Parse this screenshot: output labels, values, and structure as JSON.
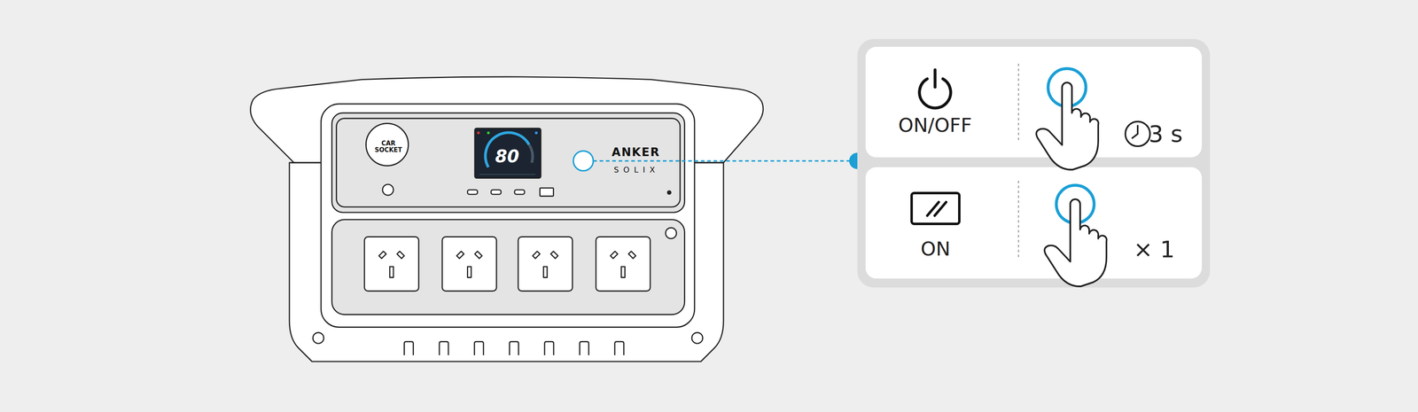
{
  "diagram": {
    "nodes": [
      {
        "text": [
          "CAR SOCKET"
        ]
      },
      {
        "text": [
          "ON/OFF",
          "3 s"
        ]
      },
      {
        "text": [
          "ON",
          "× 1"
        ]
      }
    ],
    "labels": [
      "ANKER",
      "SOLIX",
      "80"
    ]
  }
}
